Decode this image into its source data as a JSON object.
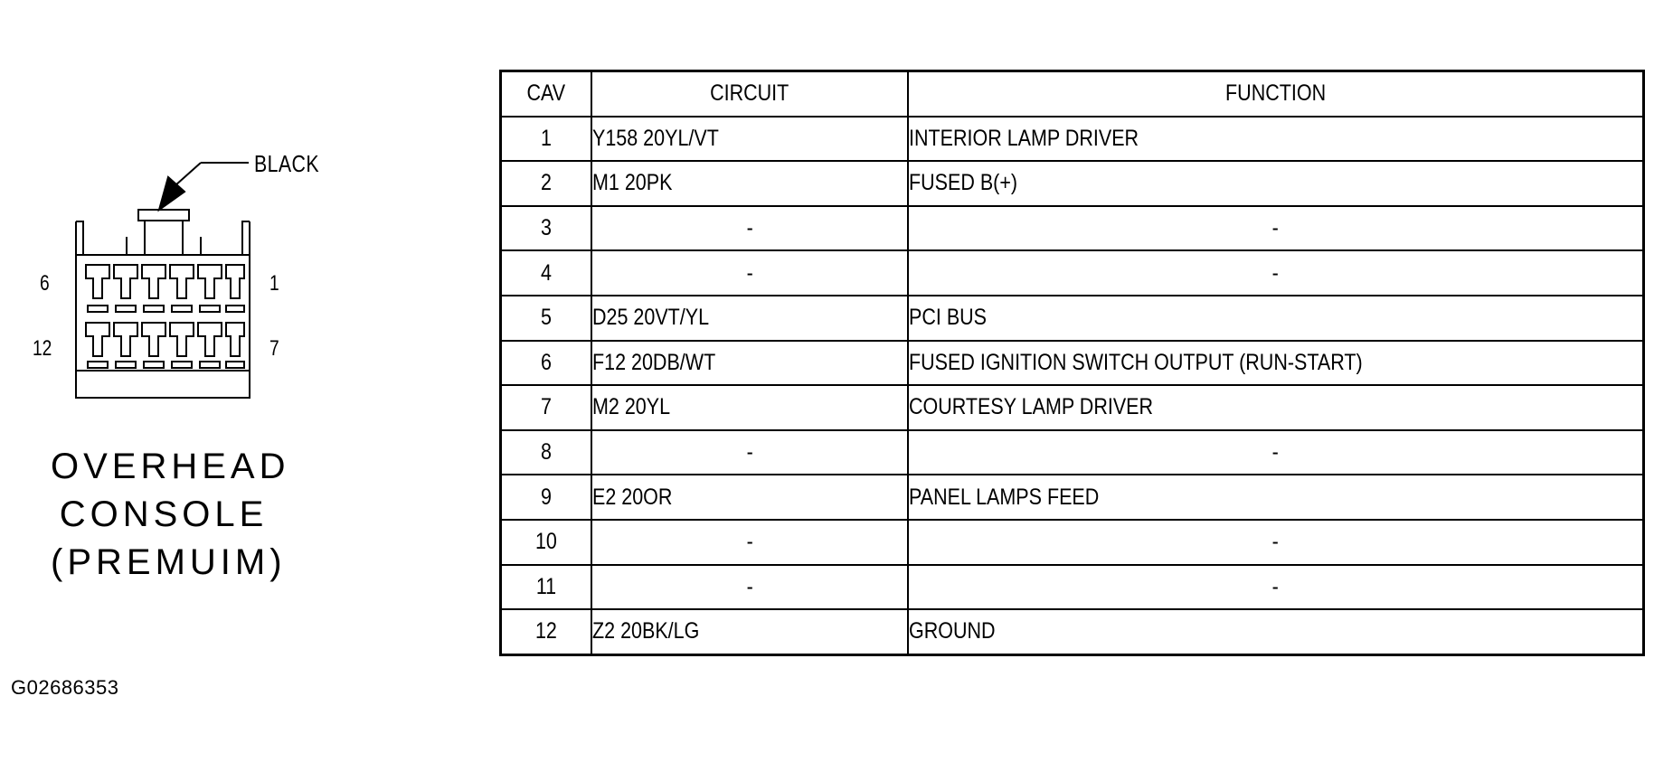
{
  "connector": {
    "color_label": "BLACK",
    "pin_labels": {
      "top_left": "6",
      "top_right": "1",
      "bottom_left": "12",
      "bottom_right": "7"
    },
    "title_lines": [
      "OVERHEAD",
      "CONSOLE",
      "(PREMUIM)"
    ]
  },
  "figure_id": "G02686353",
  "table": {
    "headers": {
      "cav": "CAV",
      "circuit": "CIRCUIT",
      "function": "FUNCTION"
    },
    "rows": [
      {
        "cav": "1",
        "circuit": "Y158 20YL/VT",
        "function": "INTERIOR LAMP DRIVER"
      },
      {
        "cav": "2",
        "circuit": "M1 20PK",
        "function": "FUSED B(+)"
      },
      {
        "cav": "3",
        "circuit": "-",
        "function": "-"
      },
      {
        "cav": "4",
        "circuit": "-",
        "function": "-"
      },
      {
        "cav": "5",
        "circuit": "D25 20VT/YL",
        "function": "PCI BUS"
      },
      {
        "cav": "6",
        "circuit": "F12 20DB/WT",
        "function": "FUSED IGNITION SWITCH OUTPUT (RUN-START)"
      },
      {
        "cav": "7",
        "circuit": "M2 20YL",
        "function": "COURTESY LAMP DRIVER"
      },
      {
        "cav": "8",
        "circuit": "-",
        "function": "-"
      },
      {
        "cav": "9",
        "circuit": "E2 20OR",
        "function": "PANEL LAMPS FEED"
      },
      {
        "cav": "10",
        "circuit": "-",
        "function": "-"
      },
      {
        "cav": "11",
        "circuit": "-",
        "function": "-"
      },
      {
        "cav": "12",
        "circuit": "Z2 20BK/LG",
        "function": "GROUND"
      }
    ]
  }
}
